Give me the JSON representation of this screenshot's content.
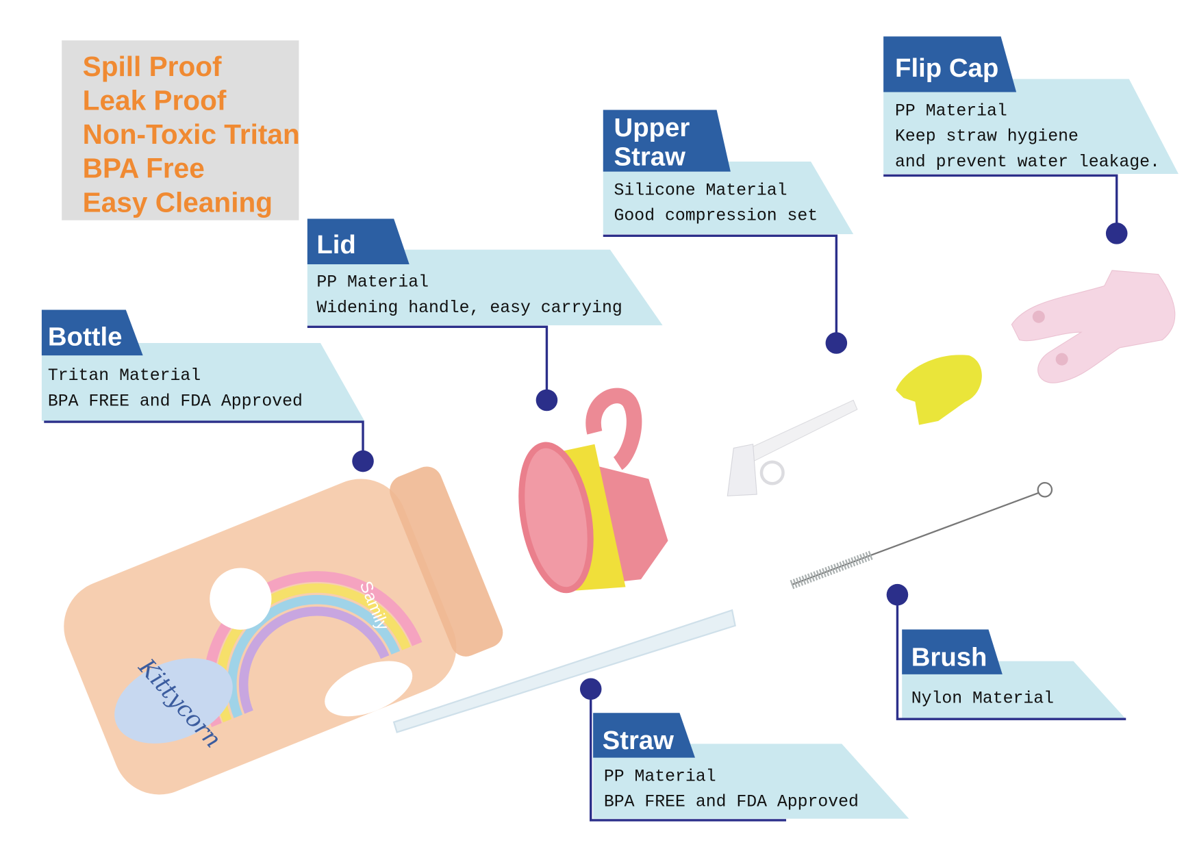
{
  "features": [
    "Spill Proof",
    "Leak Proof",
    "Non-Toxic Tritan",
    "BPA Free",
    "Easy Cleaning"
  ],
  "parts": {
    "bottle": {
      "title": "Bottle",
      "lines": [
        "Tritan Material",
        "BPA FREE and FDA Approved"
      ]
    },
    "lid": {
      "title": "Lid",
      "lines": [
        "PP Material",
        "Widening handle, easy carrying"
      ]
    },
    "upper_straw": {
      "title_lines": [
        "Upper",
        "Straw"
      ],
      "lines": [
        "Silicone Material",
        "Good compression set"
      ]
    },
    "flip_cap": {
      "title": "Flip Cap",
      "lines": [
        "PP Material",
        "Keep straw hygiene",
        "and prevent water leakage."
      ]
    },
    "brush": {
      "title": "Brush",
      "lines": [
        "Nylon Material"
      ]
    },
    "straw": {
      "title": "Straw",
      "lines": [
        "PP Material",
        "BPA FREE and FDA Approved"
      ]
    }
  },
  "bottle_print": {
    "brand": "Samily",
    "character": "Kittycorn"
  },
  "colors": {
    "feature_text": "#f08a32",
    "feature_box": "#dedede",
    "tab": "#2c5fa3",
    "panel": "#cbe8ef",
    "leader": "#2b2f8a"
  }
}
